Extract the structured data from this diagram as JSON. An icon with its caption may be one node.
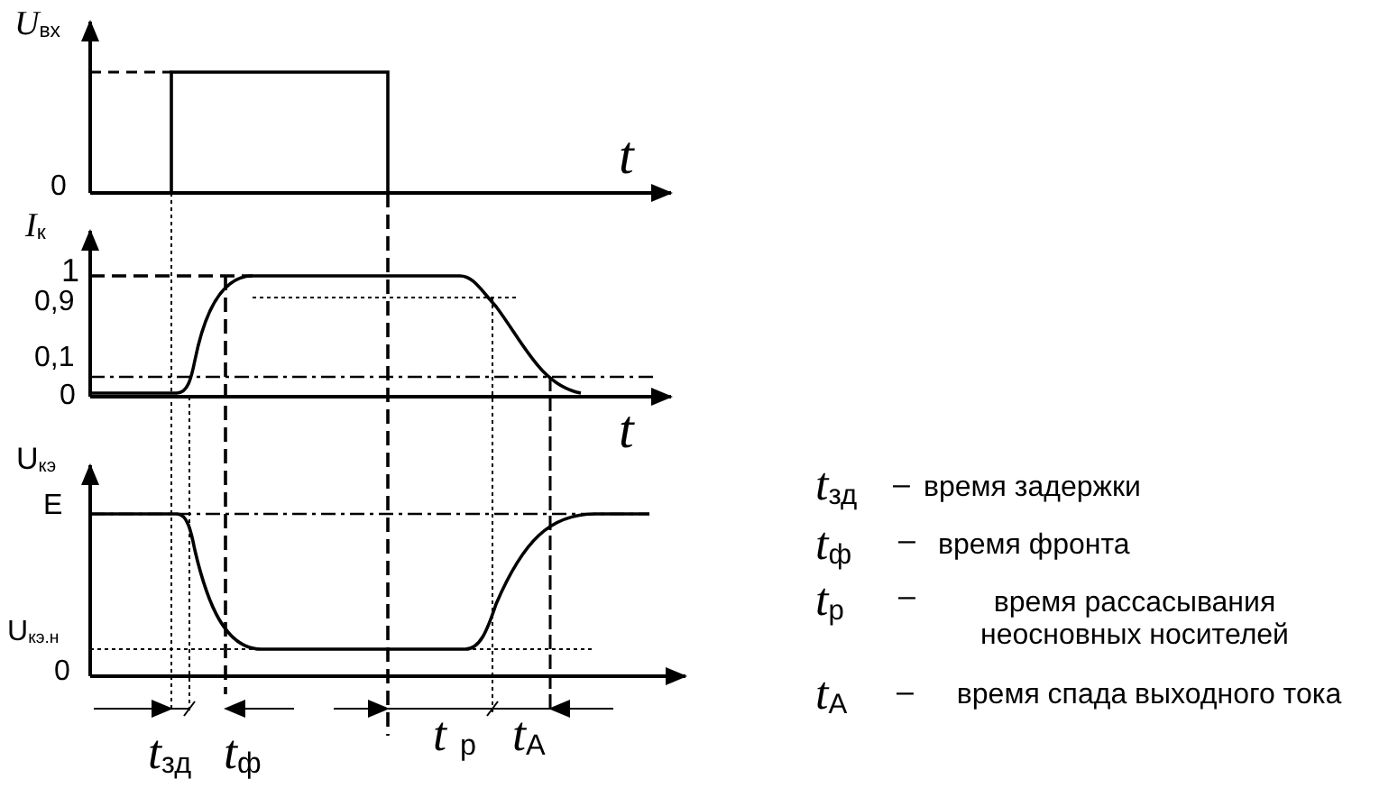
{
  "diagram": {
    "labels": [
      "*U*$_{вх}$",
      "*t*",
      "0",
      "*I*$_{к}$",
      "1",
      "0,9",
      "0,1",
      "0",
      "*t*",
      "U$_{кэ}$",
      "E",
      "U$_{кэ.н}$",
      "0",
      "*t*$_{зд}$",
      "*t*$_{ф}$",
      "*t* $_{р}$",
      "*t*$_{А}$",
      "*t*$_{зд}$",
      "–",
      "время задержки",
      "*t*$_{ф}$",
      "–",
      "время фронта",
      "*t*$_{р}$",
      "–",
      "время рассасывания неосновных носителей",
      "*t*$_{А}$",
      "–",
      "время спада выходного тока"
    ]
  }
}
